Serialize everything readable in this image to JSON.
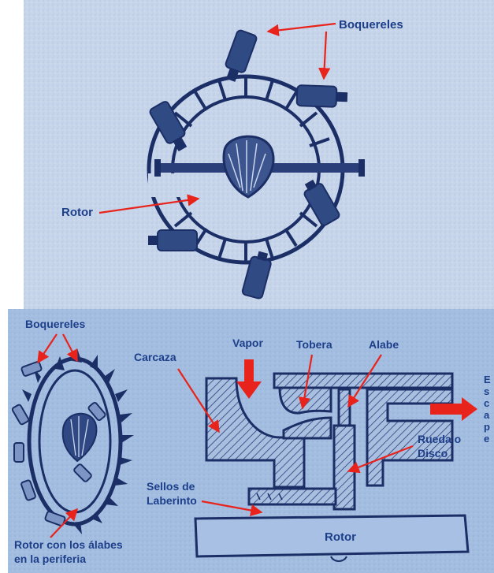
{
  "top_panel": {
    "labels": {
      "boquereles": "Boquereles",
      "rotor": "Rotor"
    }
  },
  "bottom_panel": {
    "labels": {
      "boquereles": "Boquereles",
      "rotor_alabes_line1": "Rotor con los álabes",
      "rotor_alabes_line2": "en la periferia",
      "carcaza": "Carcaza",
      "vapor": "Vapor",
      "tobera": "Tobera",
      "alabe": "Alabe",
      "rueda_line1": "Rueda o",
      "rueda_line2": "Disco",
      "sellos_line1": "Sellos de",
      "sellos_line2": "Laberinto",
      "rotor": "Rotor",
      "exit_text": [
        "E",
        "s",
        "c",
        "a",
        "p",
        "e"
      ]
    }
  },
  "colors": {
    "label_text": "#1d3f8a",
    "ink": "#1b2e66",
    "arrow": "#e8231b",
    "top_background": "#c5d3e8",
    "bottom_background": "#9fb9dd"
  }
}
